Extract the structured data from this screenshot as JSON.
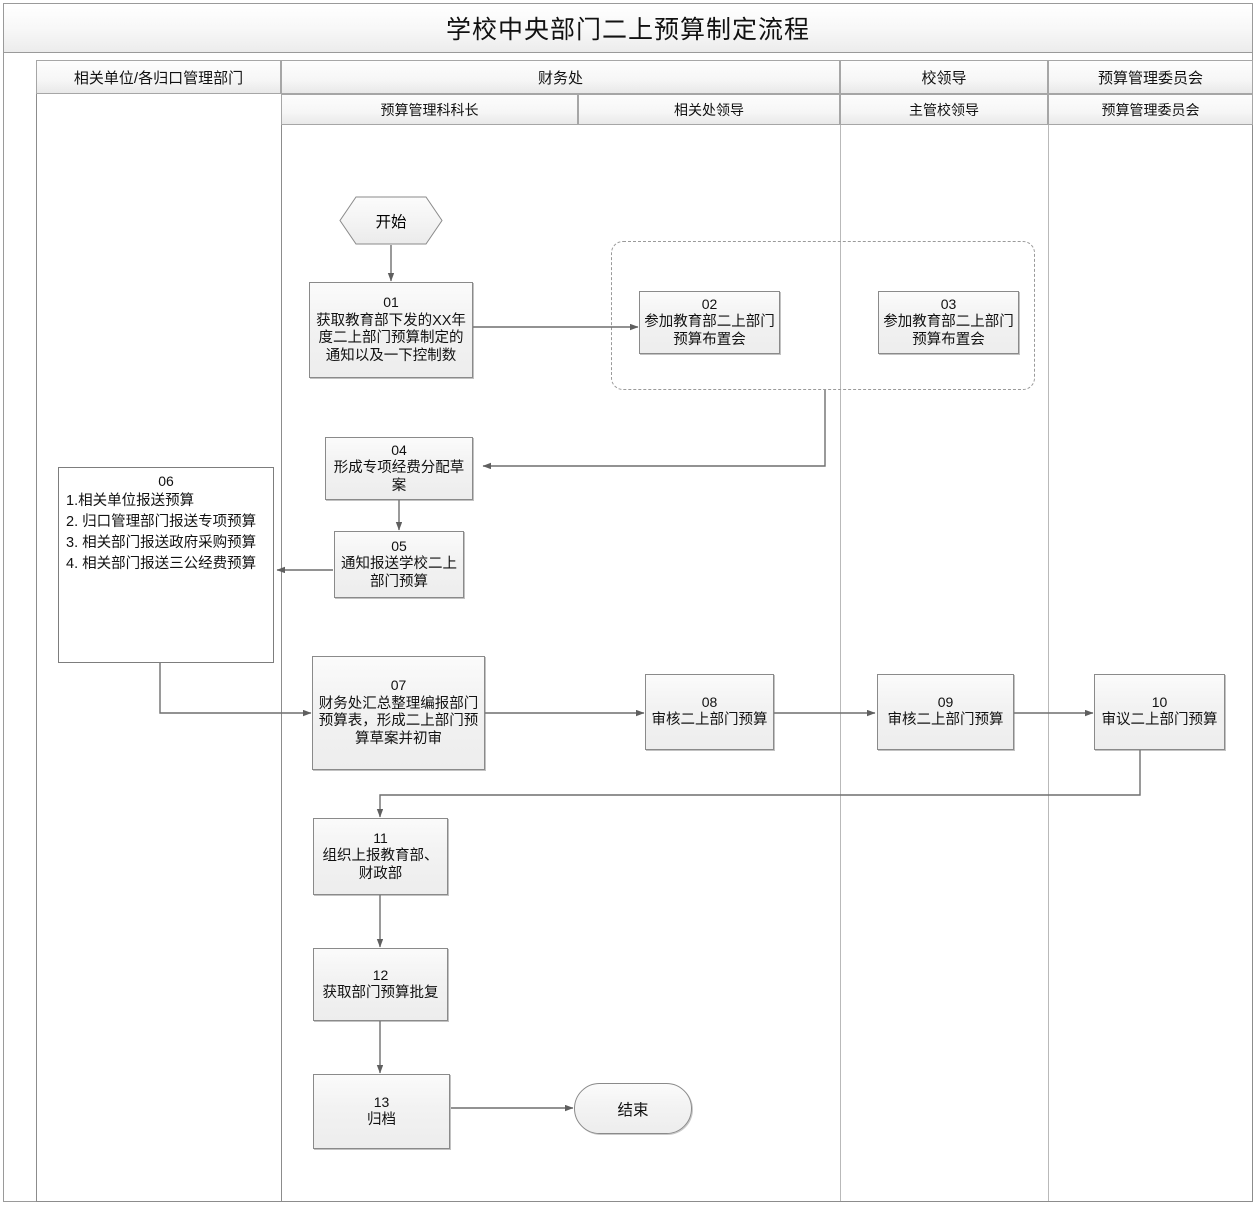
{
  "title": "学校中央部门二上预算制定流程",
  "lanes": {
    "top": [
      {
        "name": "相关单位/各归口管理部门"
      },
      {
        "name": "财务处"
      },
      {
        "name": "校领导"
      },
      {
        "name": "预算管理委员会"
      }
    ],
    "sub": [
      {
        "name": "预算管理科科长"
      },
      {
        "name": "相关处领导"
      },
      {
        "name": "主管校领导"
      },
      {
        "name": "预算管理委员会"
      }
    ]
  },
  "terminators": {
    "start": "开始",
    "end": "结束"
  },
  "nodes": [
    {
      "id": "01",
      "num": "01",
      "text": "获取教育部下发的XX年度二上部门预算制定的通知以及一下控制数"
    },
    {
      "id": "02",
      "num": "02",
      "text": "参加教育部二上部门预算布置会"
    },
    {
      "id": "03",
      "num": "03",
      "text": "参加教育部二上部门预算布置会"
    },
    {
      "id": "04",
      "num": "04",
      "text": "形成专项经费分配草案"
    },
    {
      "id": "05",
      "num": "05",
      "text": "通知报送学校二上部门预算"
    },
    {
      "id": "06",
      "num": "06",
      "text": "1.相关单位报送预算\n2. 归口管理部门报送专项预算\n3. 相关部门报送政府采购预算\n4. 相关部门报送三公经费预算"
    },
    {
      "id": "07",
      "num": "07",
      "text": "财务处汇总整理编报部门预算表，形成二上部门预算草案并初审"
    },
    {
      "id": "08",
      "num": "08",
      "text": "审核二上部门预算"
    },
    {
      "id": "09",
      "num": "09",
      "text": "审核二上部门预算"
    },
    {
      "id": "10",
      "num": "10",
      "text": "审议二上部门预算"
    },
    {
      "id": "11",
      "num": "11",
      "text": "组织上报教育部、财政部"
    },
    {
      "id": "12",
      "num": "12",
      "text": "获取部门预算批复"
    },
    {
      "id": "13",
      "num": "13",
      "text": "归档"
    }
  ],
  "colors": {
    "border": "#8a8a8a",
    "node_fill": "#f0f0f0",
    "line": "#6f6f6f",
    "header_fill": "#f2f2f2"
  }
}
